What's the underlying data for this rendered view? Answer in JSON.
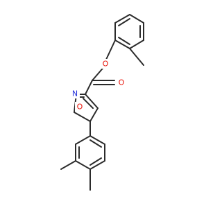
{
  "molecule": {
    "atoms": {
      "ester_o": {
        "symbol": "O",
        "color": "#e8160c"
      },
      "carbonyl_o": {
        "symbol": "O",
        "color": "#e8160c"
      },
      "ring_n": {
        "symbol": "N",
        "color": "#2330d9"
      },
      "ring_o": {
        "symbol": "O",
        "color": "#e8160c"
      }
    },
    "bond_color": "#2b2b2b"
  }
}
